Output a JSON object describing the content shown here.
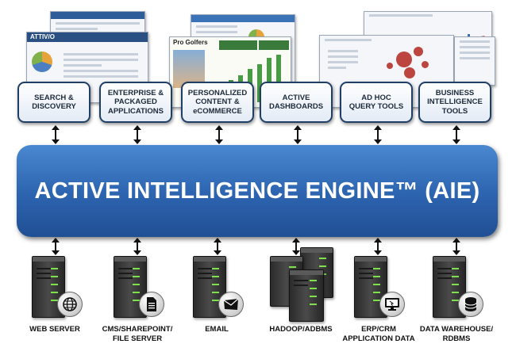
{
  "engine": {
    "title": "ACTIVE INTELLIGENCE ENGINE™ (AIE)"
  },
  "screenshots": {
    "attivio_logo": "ATTIV/O",
    "golfers_title": "Pro Golfers"
  },
  "applications": [
    {
      "label": "SEARCH &\nDISCOVERY"
    },
    {
      "label": "ENTERPRISE &\nPACKAGED\nAPPLICATIONS"
    },
    {
      "label": "PERSONALIZED\nCONTENT &\neCOMMERCE"
    },
    {
      "label": "ACTIVE\nDASHBOARDS"
    },
    {
      "label": "AD HOC\nQUERY TOOLS"
    },
    {
      "label": "BUSINESS\nINTELLIGENCE\nTOOLS"
    }
  ],
  "sources": [
    {
      "label": "WEB SERVER",
      "icon": "globe-icon"
    },
    {
      "label": "CMS/SHAREPOINT/\nFILE SERVER",
      "icon": "document-icon"
    },
    {
      "label": "EMAIL",
      "icon": "envelope-icon"
    },
    {
      "label": "HADOOP/ADBMS",
      "icon": "server-cluster-icon"
    },
    {
      "label": "ERP/CRM\nAPPLICATION DATA",
      "icon": "monitor-icon"
    },
    {
      "label": "DATA WAREHOUSE/\nRDBMS",
      "icon": "database-icon"
    }
  ],
  "colors": {
    "engine": "#2e66b2",
    "box_border": "#1f3f66",
    "led": "#7ee04a"
  }
}
